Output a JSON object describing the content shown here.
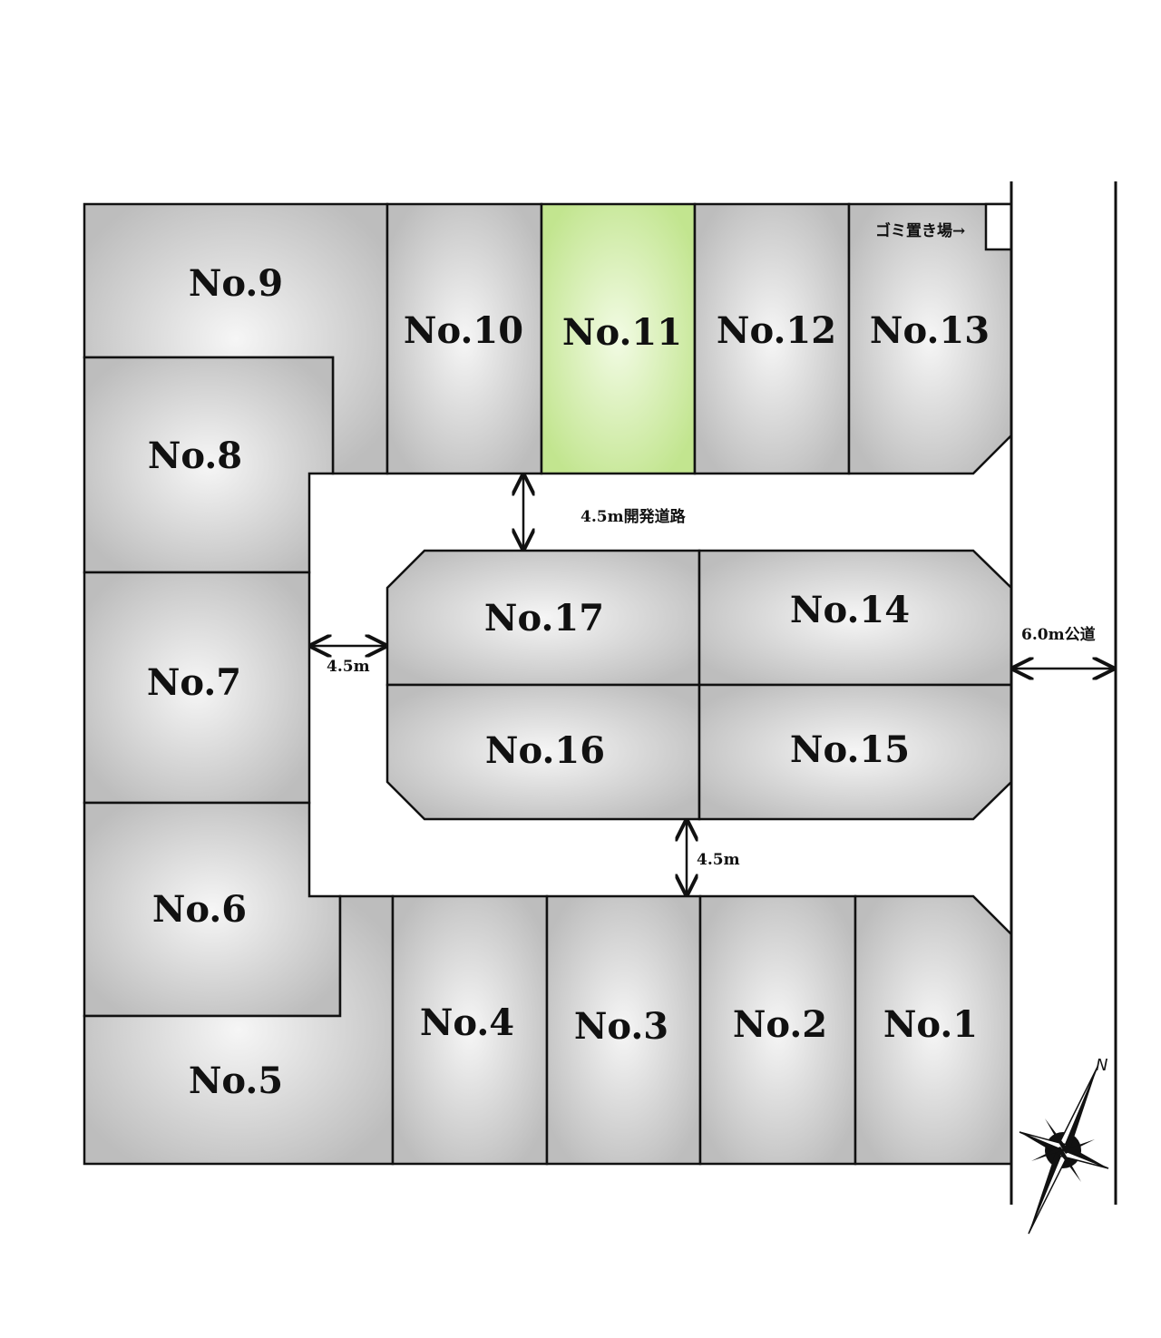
{
  "lots": [
    {
      "label": "No.1"
    },
    {
      "label": "No.2"
    },
    {
      "label": "No.3"
    },
    {
      "label": "No.4"
    },
    {
      "label": "No.5"
    },
    {
      "label": "No.6"
    },
    {
      "label": "No.7"
    },
    {
      "label": "No.8"
    },
    {
      "label": "No.9"
    },
    {
      "label": "No.10"
    },
    {
      "label": "No.11",
      "highlighted": true
    },
    {
      "label": "No.12"
    },
    {
      "label": "No.13"
    },
    {
      "label": "No.14"
    },
    {
      "label": "No.15"
    },
    {
      "label": "No.16"
    },
    {
      "label": "No.17"
    }
  ],
  "annotations": {
    "garbage": "ゴミ置き場→",
    "dev_road": "4.5m開発道路",
    "west_road_width": "4.5m",
    "south_road_width": "4.5m",
    "public_road": "6.0m公道",
    "north_mark": "N"
  },
  "colors": {
    "lot": "#c8c8c8",
    "lot_center": "#f4f4f4",
    "highlight": "#c9e89a",
    "highlight_center": "#f0fae0",
    "line": "#111111"
  }
}
